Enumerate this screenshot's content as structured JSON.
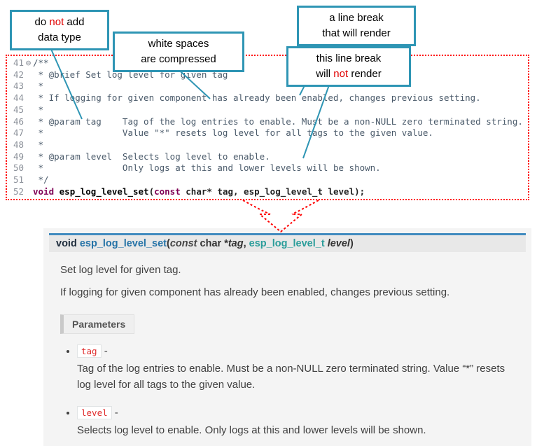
{
  "colors": {
    "callout_border": "#2e95b4",
    "code_border_red": "#ff0000",
    "docs_bg": "#f4f4f4",
    "sig_top_border": "#418bbf",
    "param_chip_red": "#e02c2c"
  },
  "callouts": {
    "no_datatype": {
      "l1a": "do ",
      "l1b": "not",
      "l1c": " add",
      "l2": "data type"
    },
    "whitespace": {
      "l1": "white spaces",
      "l2": "are compressed"
    },
    "break_render": {
      "l1": "a line break",
      "l2": "that will render"
    },
    "break_norender": {
      "l1": "this line break",
      "l2a": "will ",
      "l2b": "not",
      "l2c": " render"
    }
  },
  "code": {
    "lines": [
      {
        "num": "41",
        "fold": "⊖",
        "segs": [
          {
            "c": "cm",
            "t": "/**"
          }
        ]
      },
      {
        "num": "42",
        "fold": "",
        "segs": [
          {
            "c": "cm",
            "t": " * @brief Set log level for given tag"
          }
        ]
      },
      {
        "num": "43",
        "fold": "",
        "segs": [
          {
            "c": "cm",
            "t": " *"
          }
        ]
      },
      {
        "num": "44",
        "fold": "",
        "segs": [
          {
            "c": "cm",
            "t": " * If logging for given component has already been enabled, changes previous setting."
          }
        ]
      },
      {
        "num": "45",
        "fold": "",
        "segs": [
          {
            "c": "cm",
            "t": " *"
          }
        ]
      },
      {
        "num": "46",
        "fold": "",
        "segs": [
          {
            "c": "cm",
            "t": " * @param tag    Tag of the log entries to enable. Must be a non-NULL zero terminated string."
          }
        ]
      },
      {
        "num": "47",
        "fold": "",
        "segs": [
          {
            "c": "cm",
            "t": " *               Value \"*\" resets log level for all tags to the given value."
          }
        ]
      },
      {
        "num": "48",
        "fold": "",
        "segs": [
          {
            "c": "cm",
            "t": " *"
          }
        ]
      },
      {
        "num": "49",
        "fold": "",
        "segs": [
          {
            "c": "cm",
            "t": " * @param level  Selects log level to enable."
          }
        ]
      },
      {
        "num": "50",
        "fold": "",
        "segs": [
          {
            "c": "cm",
            "t": " *               Only logs at this and lower levels will be shown."
          }
        ]
      },
      {
        "num": "51",
        "fold": "",
        "segs": [
          {
            "c": "cm",
            "t": " */"
          }
        ]
      },
      {
        "num": "52",
        "fold": "",
        "segs": [
          {
            "c": "kw",
            "t": "void"
          },
          {
            "c": "pl",
            "t": " "
          },
          {
            "c": "fn",
            "t": "esp_log_level_set"
          },
          {
            "c": "pl",
            "t": "("
          },
          {
            "c": "kw",
            "t": "const"
          },
          {
            "c": "pl",
            "t": " char* tag, esp_log_level_t level);"
          }
        ]
      }
    ]
  },
  "docs": {
    "signature": {
      "segments": [
        {
          "c": "s-kw",
          "t": "void "
        },
        {
          "c": "s-name",
          "t": "esp_log_level_set"
        },
        {
          "c": "s-pl",
          "t": "("
        },
        {
          "c": "s-kwi",
          "t": "const "
        },
        {
          "c": "s-pl",
          "t": " char *"
        },
        {
          "c": "s-param",
          "t": "tag"
        },
        {
          "c": "s-pl",
          "t": ", "
        },
        {
          "c": "s-type",
          "t": "esp_log_level_t "
        },
        {
          "c": "s-param",
          "t": "level"
        },
        {
          "c": "s-pl",
          "t": ")"
        }
      ]
    },
    "p1": "Set log level for given tag.",
    "p2": "If logging for given component has already been enabled, changes previous setting.",
    "parameters_label": "Parameters",
    "params": [
      {
        "name": "tag",
        "sep": " -",
        "desc": "Tag of the log entries to enable. Must be a non-NULL zero terminated string. Value “*” resets log level for all tags to the given value."
      },
      {
        "name": "level",
        "sep": " -",
        "desc": "Selects log level to enable. Only logs at this and lower levels will be shown."
      }
    ]
  }
}
